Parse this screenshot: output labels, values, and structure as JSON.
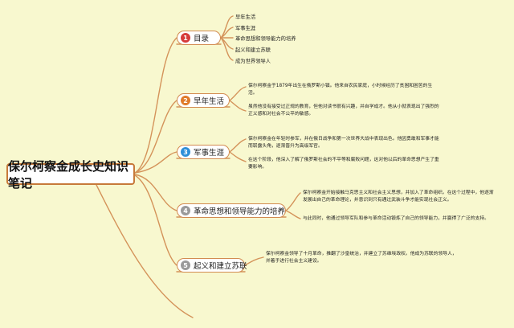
{
  "title": "保尔柯察金成长史知识笔记",
  "colors": {
    "line": "#d4935a",
    "root_border": "#c77a3a",
    "background": "#f8f8cf"
  },
  "branches": [
    {
      "num": "1",
      "label": "目录",
      "badge_color": "#d63a3a"
    },
    {
      "num": "2",
      "label": "早年生活",
      "badge_color": "#e07a2a"
    },
    {
      "num": "3",
      "label": "军事生涯",
      "badge_color": "#2f8fd8"
    },
    {
      "num": "4",
      "label": "革命思想和领导能力的培养",
      "badge_color": "#9a9a9a"
    },
    {
      "num": "5",
      "label": "起义和建立苏联",
      "badge_color": "#9a9a9a"
    }
  ],
  "toc": [
    "早年生活",
    "军事生涯",
    "革命思想和领导能力的培养",
    "起义和建立苏联",
    "成为世界领导人"
  ],
  "notes": {
    "early_1": "保尔柯察金于1879年出生在俄罗斯小镇。他来自农民家庭，小时候经历了贫困和困苦的生活。",
    "early_2": "虽然他没有接受过正规的教育，但他对读书很有兴趣，并自学成才。他从小就表现出了强烈的正义感和对社会不公平的敏感。",
    "military_1": "保尔柯察金在年轻时参军，并在俄日战争和第一次世界大战中表现出色。他因勇敢和军事才能而崭露头角，逐渐晋升为高级军官。",
    "military_2": "在这个阶段，他深入了解了俄罗斯社会的不平等和腐败问题，这对他以后的革命思想产生了重要影响。",
    "revolution_1": "保尔柯察金开始接触马克思主义和社会主义思想，并加入了革命组织。在这个过程中，他逐渐发展出自己的革命理论，并意识到只有通过武装斗争才能实现社会正义。",
    "revolution_2": "与此同时，他通过领导军队和参与革命活动锻炼了自己的领导能力，并赢得了广泛的支持。",
    "uprising_1": "保尔柯察金领导了十月革命，推翻了沙皇统治，并建立了苏维埃政权。他成为苏联的领导人，并着手进行社会主义建设。"
  }
}
